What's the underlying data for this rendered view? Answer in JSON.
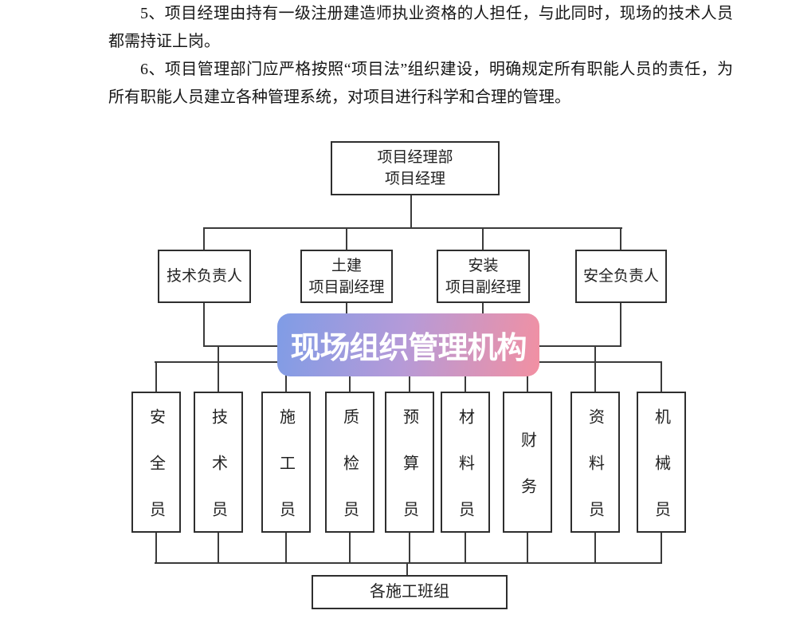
{
  "doc": {
    "paragraphs": [
      "5、项目经理由持有一级注册建造师执业资格的人担任，与此同时，现场的技术人员都需持证上岗。",
      "6、项目管理部门应严格按照“项目法”组织建设，明确规定所有职能人员的责任，为所有职能人员建立各种管理系统，对项目进行科学和合理的管理。"
    ]
  },
  "chart": {
    "root": [
      "项目经理部",
      "项目经理"
    ],
    "level2": [
      [
        "技术负责人"
      ],
      [
        "土建",
        "项目副经理"
      ],
      [
        "安装",
        "项目副经理"
      ],
      [
        "安全负责人"
      ]
    ],
    "level3": [
      "安全员",
      "技术员",
      "施工员",
      "质检员",
      "预算员",
      "材料员",
      "财务",
      "资料员",
      "机械员"
    ],
    "bottom": "各施工班组"
  },
  "watermark": {
    "text": "现场组织管理机构",
    "text_color": "#ffffff",
    "gradient_start": "#7f9ce6",
    "gradient_mid": "#b59ad8",
    "gradient_end": "#f290a2"
  },
  "colors": {
    "box_border": "#2e2e2e",
    "connector_line": "#3b3b3b",
    "text": "#161616",
    "page_background": "#ffffff"
  }
}
